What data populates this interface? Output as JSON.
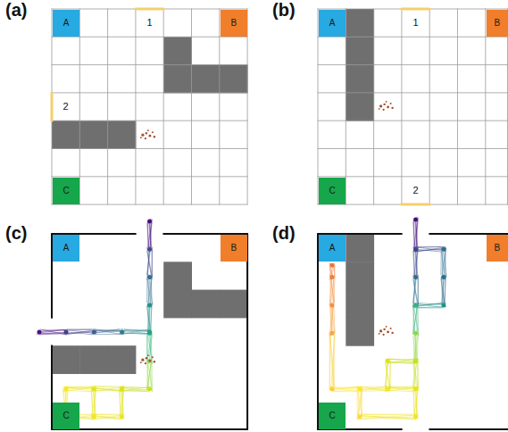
{
  "diagram": {
    "nodes": [
      {
        "text": [
          "A"
        ]
      },
      {
        "text": [
          "B"
        ]
      },
      {
        "text": [
          "C"
        ]
      },
      {
        "text": [
          "A"
        ]
      },
      {
        "text": [
          "B"
        ]
      },
      {
        "text": [
          "C"
        ]
      },
      {
        "text": [
          "A"
        ]
      },
      {
        "text": [
          "B"
        ]
      },
      {
        "text": [
          "C"
        ]
      },
      {
        "text": [
          "A"
        ]
      },
      {
        "text": [
          "B"
        ]
      },
      {
        "text": [
          "C"
        ]
      }
    ],
    "labels": [
      "(a)",
      "1",
      "2",
      "(b)",
      "1",
      "2",
      "(c)",
      "(d)"
    ]
  }
}
